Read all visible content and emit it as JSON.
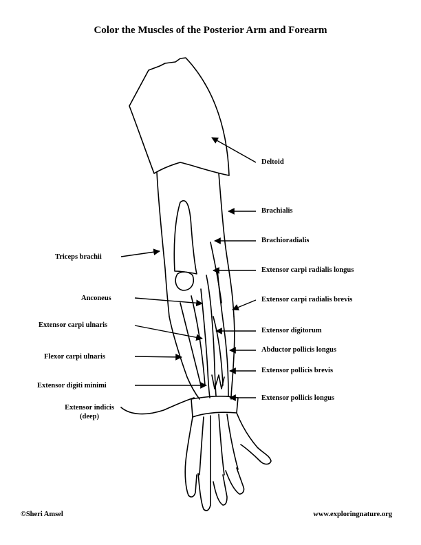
{
  "title": "Color the Muscles of the Posterior Arm and Forearm",
  "labels": {
    "deltoid": "Deltoid",
    "brachialis": "Brachialis",
    "brachioradialis": "Brachioradialis",
    "triceps_brachii": "Triceps brachii",
    "ext_carpi_rad_longus": "Extensor carpi radialis longus",
    "anconeus": "Anconeus",
    "ext_carpi_rad_brevis": "Extensor carpi radialis brevis",
    "ext_carpi_ulnaris": "Extensor carpi ulnaris",
    "ext_digitorum": "Extensor digitorum",
    "abductor_pollicis_longus": "Abductor pollicis longus",
    "flexor_carpi_ulnaris": "Flexor carpi ulnaris",
    "ext_pollicis_brevis": "Extensor pollicis brevis",
    "ext_digiti_minimi": "Extensor digiti minimi",
    "ext_pollicis_longus": "Extensor pollicis longus",
    "ext_indicis_line1": "Extensor indicis",
    "ext_indicis_line2": "(deep)"
  },
  "footer": {
    "copyright": "©Sheri Amsel",
    "website": "www.exploringnature.org"
  }
}
